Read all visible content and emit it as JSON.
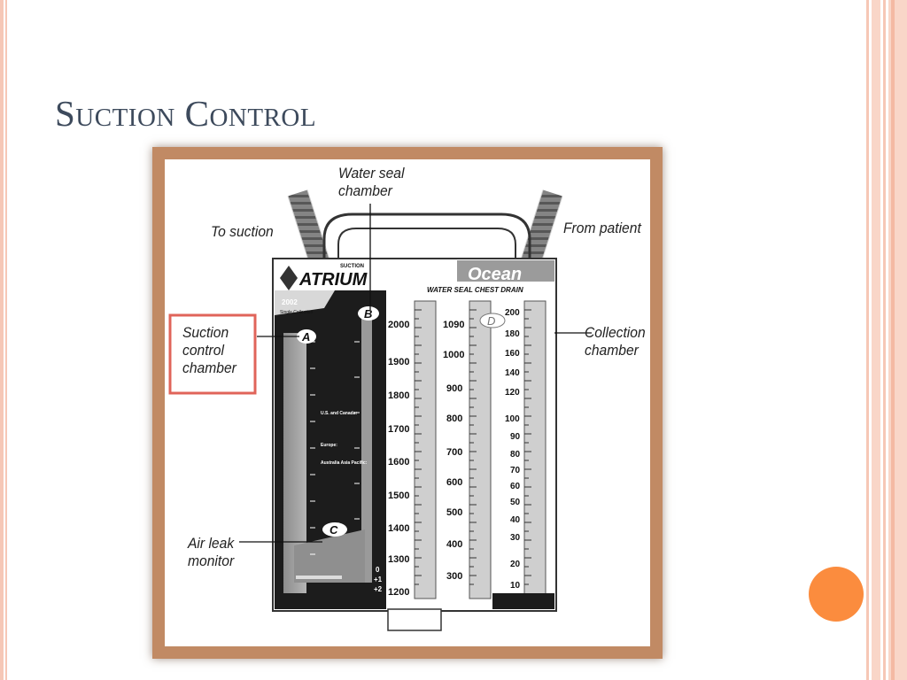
{
  "slide": {
    "title": "Suction Control"
  },
  "figure": {
    "labels": {
      "water_seal": "Water seal chamber",
      "to_suction": "To suction",
      "from_patient": "From patient",
      "suction_control": "Suction control chamber",
      "collection": "Collection chamber",
      "air_leak": "Air leak monitor"
    },
    "device": {
      "brand_small": "SUCTION",
      "brand": "ATRIUM",
      "model": "Ocean",
      "subtitle": "WATER SEAL CHEST DRAIN",
      "model_year": "2002",
      "model_note": "Single Collection",
      "chamber_letters": [
        "A",
        "B",
        "C",
        "D"
      ],
      "scale_large": [
        "2000",
        "1900",
        "1800",
        "1700",
        "1600",
        "1500",
        "1400",
        "1300",
        "1200"
      ],
      "scale_mid": [
        "1090",
        "1000",
        "900",
        "800",
        "700",
        "600",
        "500",
        "400",
        "300"
      ],
      "scale_small": [
        "200",
        "180",
        "160",
        "140",
        "120",
        "100",
        "90",
        "80",
        "70",
        "60",
        "50",
        "40",
        "30",
        "20",
        "10"
      ],
      "water_seal_marks": [
        "0",
        "+1",
        "+2"
      ],
      "contact": [
        "U.S. and Canada:",
        "Europe:",
        "Australia Asia Pacific:"
      ]
    }
  },
  "colors": {
    "title": "#3d4a5c",
    "frame": "#c18a64",
    "highlight_box": "#e0645a",
    "accent_dot": "#fb8c3e",
    "right_bars": "#f6c7b6"
  }
}
